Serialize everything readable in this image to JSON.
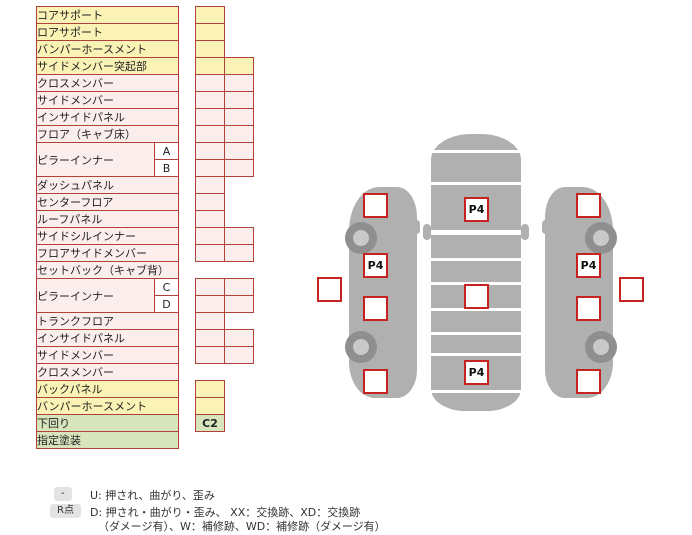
{
  "parts_table": {
    "rows": [
      {
        "label": "コアサポート"
      },
      {
        "label": "ロアサポート"
      },
      {
        "label": "バンパーホースメント"
      },
      {
        "label": "サイドメンバー突起部"
      },
      {
        "label": "クロスメンバー"
      },
      {
        "label": "サイドメンバー"
      },
      {
        "label": "インサイドパネル"
      },
      {
        "label": "フロア（キャブ床）"
      },
      {
        "label": "ピラーインナー",
        "sub": "A"
      },
      {
        "sub": "B"
      },
      {
        "label": "ダッシュパネル"
      },
      {
        "label": "センターフロア"
      },
      {
        "label": "ルーフパネル"
      },
      {
        "label": "サイドシルインナー"
      },
      {
        "label": "フロアサイドメンバー"
      },
      {
        "label": "セットバック（キャブ背）"
      },
      {
        "label": "ピラーインナー",
        "sub": "C"
      },
      {
        "sub": "D"
      },
      {
        "label": "トランクフロア"
      },
      {
        "label": "インサイドパネル"
      },
      {
        "label": "サイドメンバー"
      },
      {
        "label": "クロスメンバー"
      },
      {
        "label": "バックパネル"
      },
      {
        "label": "バンパーホースメント"
      },
      {
        "label": "下回り",
        "value": "C2"
      },
      {
        "label": "指定塗装"
      }
    ]
  },
  "diagram": {
    "markers": {
      "center_front": "P4",
      "center_mid": "",
      "center_rear": "P4",
      "left_front": "",
      "left_mid": "P4",
      "left_center": "",
      "left_rear": "",
      "left_sill": "",
      "right_front": "",
      "right_mid": "P4",
      "right_center": "",
      "right_rear": "",
      "right_sill": ""
    }
  },
  "legend": {
    "key1": "-",
    "text1": "U: 押され、曲がり、歪み",
    "key2": "R点",
    "text2": "D: 押され・曲がり・歪み、 XX：交換跡、XD：交換跡",
    "text3": "（ダメージ有）、W：補修跡、WD：補修跡（ダメージ有）"
  },
  "colors": {
    "row_yellow": "#faf3b5",
    "row_pink": "#fdeeee",
    "row_green": "#d7e4bc",
    "border_red": "#b0423a",
    "marker_red": "#c52222",
    "car_gray": "#b0b0b0"
  }
}
